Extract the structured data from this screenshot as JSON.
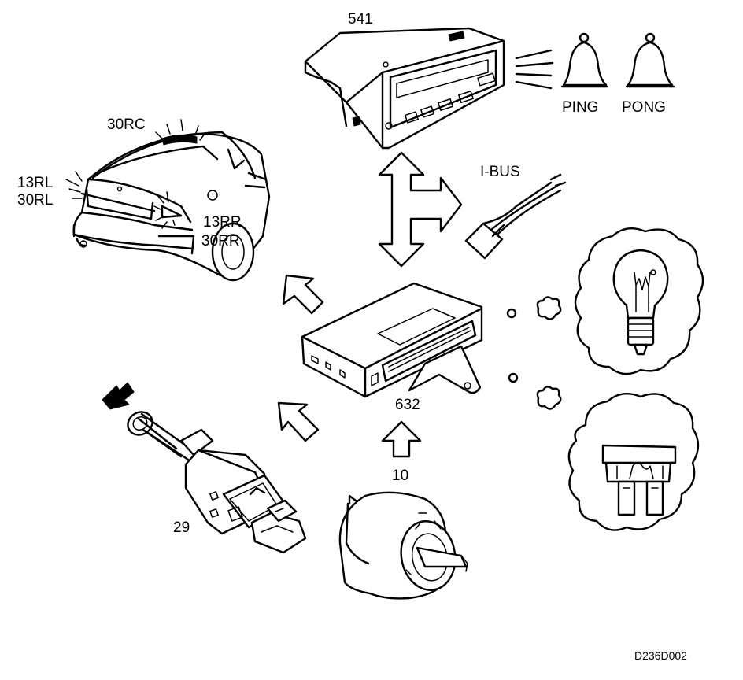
{
  "labels": {
    "display_unit": "541",
    "ping": "PING",
    "pong": "PONG",
    "ibus": "I-BUS",
    "lamp_rc": "30RC",
    "lamp_rl_13": "13RL",
    "lamp_rl_30": "30RL",
    "lamp_rr_13": "13RR",
    "lamp_rr_30": "30RR",
    "control_module": "632",
    "light_switch": "10",
    "brake_switch": "29",
    "figure_code": "D236D002"
  }
}
